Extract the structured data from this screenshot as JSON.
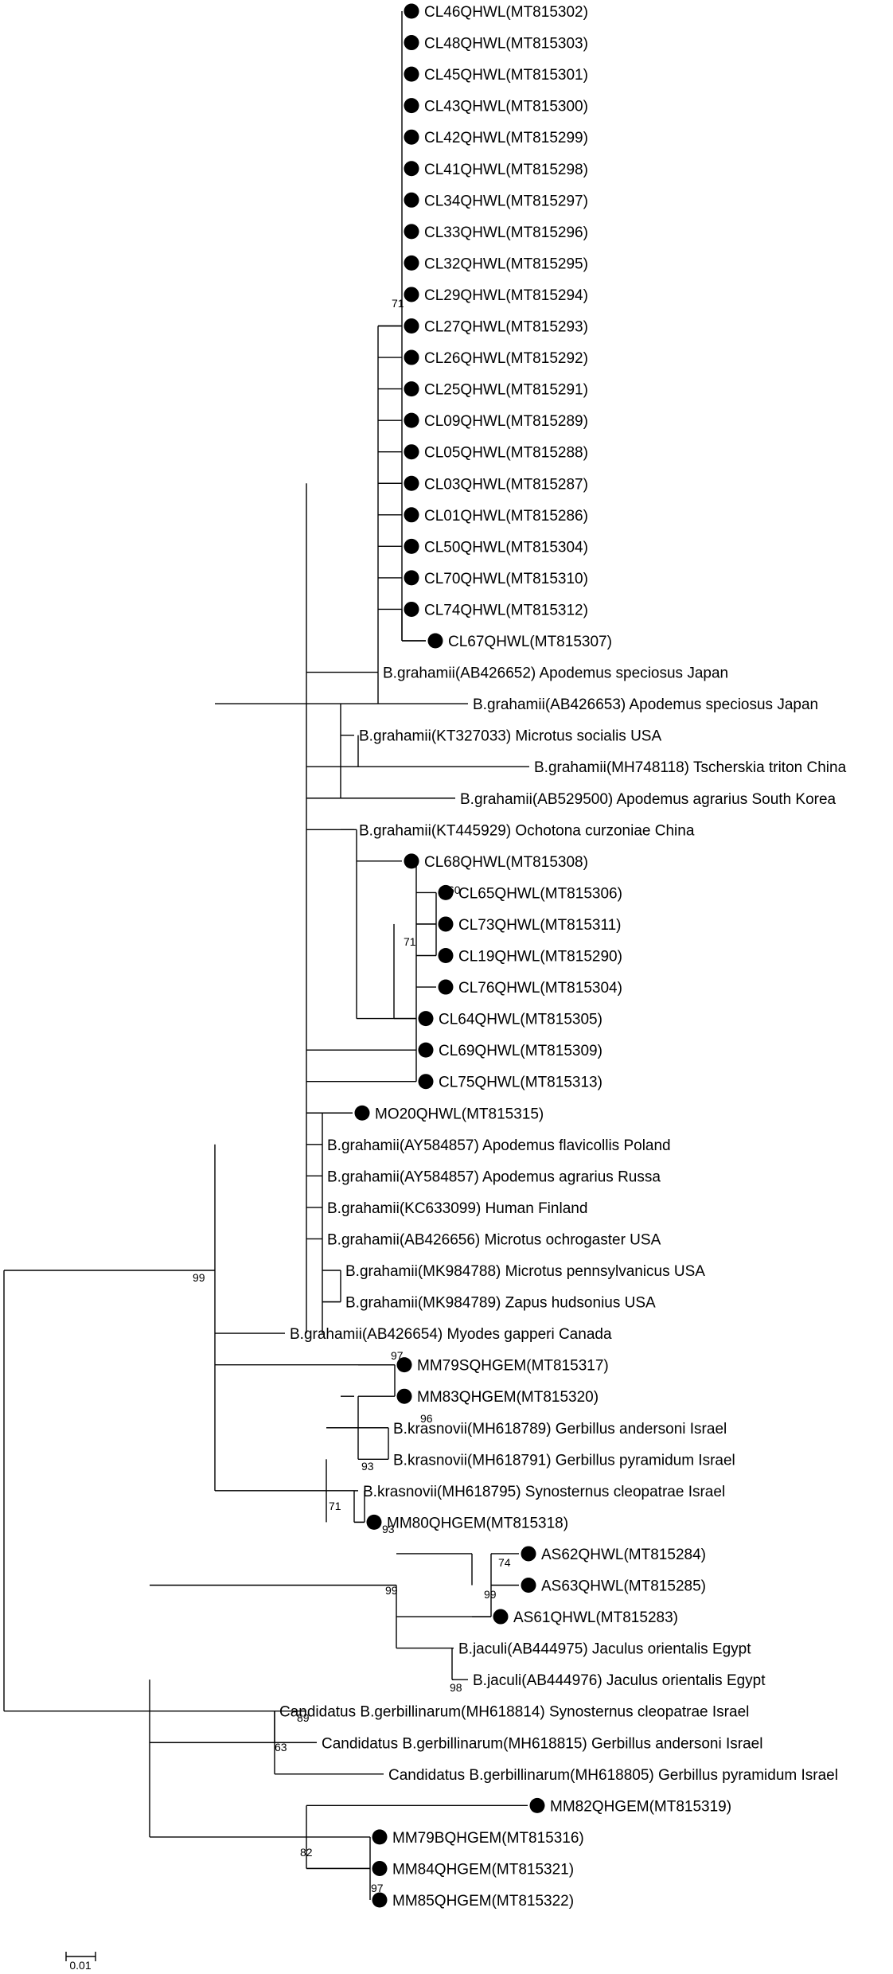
{
  "tree": {
    "leaves": [
      {
        "label": "CL46QHWL(MT815302)",
        "marked": true
      },
      {
        "label": "CL48QHWL(MT815303)",
        "marked": true
      },
      {
        "label": "CL45QHWL(MT815301)",
        "marked": true
      },
      {
        "label": "CL43QHWL(MT815300)",
        "marked": true
      },
      {
        "label": "CL42QHWL(MT815299)",
        "marked": true
      },
      {
        "label": "CL41QHWL(MT815298)",
        "marked": true
      },
      {
        "label": "CL34QHWL(MT815297)",
        "marked": true
      },
      {
        "label": "CL33QHWL(MT815296)",
        "marked": true
      },
      {
        "label": "CL32QHWL(MT815295)",
        "marked": true
      },
      {
        "label": "CL29QHWL(MT815294)",
        "marked": true
      },
      {
        "label": "CL27QHWL(MT815293)",
        "marked": true
      },
      {
        "label": "CL26QHWL(MT815292)",
        "marked": true
      },
      {
        "label": "CL25QHWL(MT815291)",
        "marked": true
      },
      {
        "label": "CL09QHWL(MT815289)",
        "marked": true
      },
      {
        "label": "CL05QHWL(MT815288)",
        "marked": true
      },
      {
        "label": "CL03QHWL(MT815287)",
        "marked": true
      },
      {
        "label": "CL01QHWL(MT815286)",
        "marked": true
      },
      {
        "label": "CL50QHWL(MT815304)",
        "marked": true
      },
      {
        "label": "CL70QHWL(MT815310)",
        "marked": true
      },
      {
        "label": "CL74QHWL(MT815312)",
        "marked": true
      },
      {
        "label": "CL67QHWL(MT815307)",
        "marked": true
      },
      {
        "label": "B.grahamii(AB426652) Apodemus speciosus Japan",
        "marked": false
      },
      {
        "label": "B.grahamii(AB426653) Apodemus speciosus Japan",
        "marked": false
      },
      {
        "label": "B.grahamii(KT327033) Microtus socialis USA",
        "marked": false
      },
      {
        "label": "B.grahamii(MH748118) Tscherskia triton China",
        "marked": false
      },
      {
        "label": "B.grahamii(AB529500) Apodemus agrarius South Korea",
        "marked": false
      },
      {
        "label": "B.grahamii(KT445929) Ochotona curzoniae China",
        "marked": false
      },
      {
        "label": "CL68QHWL(MT815308)",
        "marked": true
      },
      {
        "label": "CL65QHWL(MT815306)",
        "marked": true
      },
      {
        "label": "CL73QHWL(MT815311)",
        "marked": true
      },
      {
        "label": "CL19QHWL(MT815290)",
        "marked": true
      },
      {
        "label": "CL76QHWL(MT815304)",
        "marked": true
      },
      {
        "label": "CL64QHWL(MT815305)",
        "marked": true
      },
      {
        "label": "CL69QHWL(MT815309)",
        "marked": true
      },
      {
        "label": "CL75QHWL(MT815313)",
        "marked": true
      },
      {
        "label": "MO20QHWL(MT815315)",
        "marked": true
      },
      {
        "label": "B.grahamii(AY584857) Apodemus flavicollis Poland",
        "marked": false
      },
      {
        "label": "B.grahamii(AY584857) Apodemus agrarius Russa",
        "marked": false
      },
      {
        "label": "B.grahamii(KC633099) Human Finland",
        "marked": false
      },
      {
        "label": "B.grahamii(AB426656) Microtus ochrogaster USA",
        "marked": false
      },
      {
        "label": "B.grahamii(MK984788) Microtus pennsylvanicus USA",
        "marked": false
      },
      {
        "label": "B.grahamii(MK984789) Zapus hudsonius USA",
        "marked": false
      },
      {
        "label": "B.grahamii(AB426654) Myodes gapperi Canada",
        "marked": false
      },
      {
        "label": "MM79SQHGEM(MT815317)",
        "marked": true
      },
      {
        "label": "MM83QHGEM(MT815320)",
        "marked": true
      },
      {
        "label": "B.krasnovii(MH618789) Gerbillus andersoni Israel",
        "marked": false
      },
      {
        "label": "B.krasnovii(MH618791) Gerbillus pyramidum Israel",
        "marked": false
      },
      {
        "label": "B.krasnovii(MH618795) Synosternus cleopatrae Israel",
        "marked": false
      },
      {
        "label": "MM80QHGEM(MT815318)",
        "marked": true
      },
      {
        "label": "AS62QHWL(MT815284)",
        "marked": true
      },
      {
        "label": "AS63QHWL(MT815285)",
        "marked": true
      },
      {
        "label": "AS61QHWL(MT815283)",
        "marked": true
      },
      {
        "label": "B.jaculi(AB444975) Jaculus orientalis Egypt",
        "marked": false
      },
      {
        "label": "B.jaculi(AB444976) Jaculus orientalis Egypt",
        "marked": false
      },
      {
        "label": "Candidatus B.gerbillinarum(MH618814) Synosternus cleopatrae Israel",
        "marked": false
      },
      {
        "label": "Candidatus B.gerbillinarum(MH618815) Gerbillus andersoni Israel",
        "marked": false
      },
      {
        "label": "Candidatus B.gerbillinarum(MH618805) Gerbillus pyramidum Israel",
        "marked": false
      },
      {
        "label": "MM82QHGEM(MT815319)",
        "marked": true
      },
      {
        "label": "MM79BQHGEM(MT815316)",
        "marked": true
      },
      {
        "label": "MM84QHGEM(MT815321)",
        "marked": true
      },
      {
        "label": "MM85QHGEM(MT815322)",
        "marked": true
      }
    ],
    "bootstrap_values": [
      "71",
      "60",
      "71",
      "99",
      "97",
      "96",
      "93",
      "71",
      "93",
      "74",
      "99",
      "99",
      "98",
      "89",
      "63",
      "82",
      "97"
    ],
    "scale_bar_label": "0.01"
  }
}
